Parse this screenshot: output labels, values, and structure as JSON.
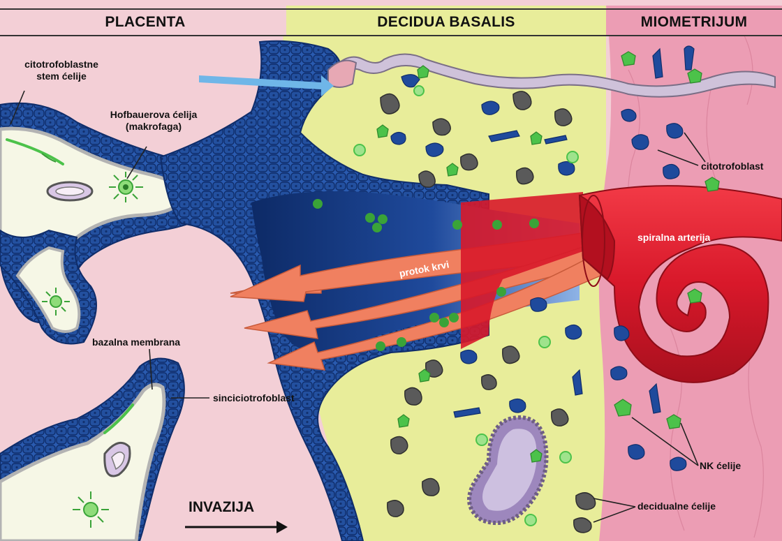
{
  "headers": {
    "placenta": "PLACENTA",
    "decidua": "DECIDUA BASALIS",
    "myometrium": "MIOMETRIJUM"
  },
  "labels": {
    "stem_cells_line1": "citotrofoblastne",
    "stem_cells_line2": "stem ćelije",
    "hofbauer_line1": "Hofbauerova ćelija",
    "hofbauer_line2": "(makrofaga)",
    "cytotrophoblast": "citotrofoblast",
    "spiral_artery": "spiralna arterija",
    "blood_flow": "protok krvi",
    "basal_membrane": "bazalna membrana",
    "syncytiotrophoblast": "sinciciotrofoblast",
    "nk_cells": "NK ćelije",
    "decidual_cells": "decidualne ćelije",
    "invasion": "INVAZIJA"
  },
  "colors": {
    "placenta_bg": "#f3cfd6",
    "decidua_bg": "#e8ed9a",
    "myometrium_bg": "#ec9db4",
    "trophoblast_blue": "#1f4a9c",
    "artery_red": "#d8182a",
    "blood_flow": "#f08060",
    "nk_green": "#4cc24a",
    "decidual_gray": "#5a5a5a"
  }
}
